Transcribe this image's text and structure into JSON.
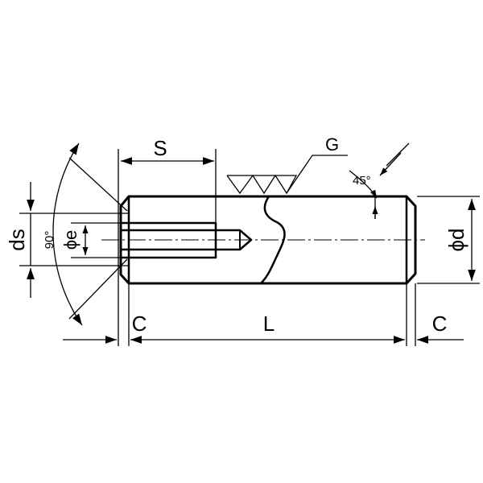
{
  "labels": {
    "S": "S",
    "G": "G",
    "angle45": "45°",
    "ds": "ds",
    "angle90": "90°",
    "phi_e": "ϕe",
    "phi_d": "ϕd",
    "C_left": "C",
    "L": "L",
    "C_right": "C"
  },
  "colors": {
    "line": "#000000",
    "background": "#ffffff"
  }
}
